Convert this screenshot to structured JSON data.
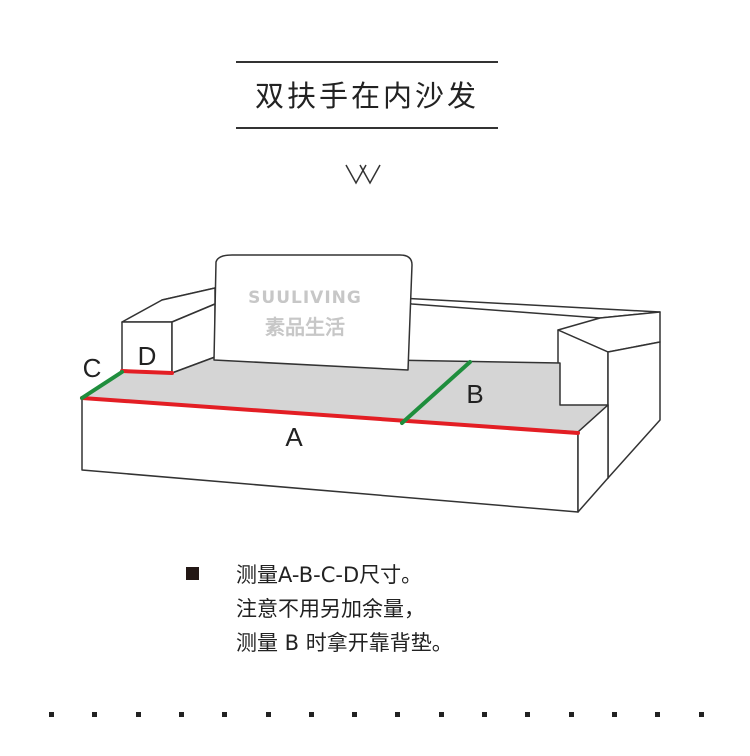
{
  "header": {
    "title": "双扶手在内沙发"
  },
  "sofa": {
    "logo_text": "SUULIVING",
    "logo_subtext": "素品生活",
    "labels": {
      "a": "A",
      "b": "B",
      "c": "C",
      "d": "D"
    }
  },
  "instructions": {
    "line1": "测量A-B-C-D尺寸。",
    "line2": "注意不用另加余量，",
    "line3": "测量 B 时拿开靠背垫。"
  },
  "colors": {
    "line": "#333333",
    "seat": "#d5d5d5",
    "measure_red": "#e31e24",
    "measure_green": "#1f8e3d",
    "logo": "#c7c7c7"
  },
  "icons": {
    "chevron": "double-chevron-down-icon",
    "bullet": "square-bullet-icon"
  }
}
